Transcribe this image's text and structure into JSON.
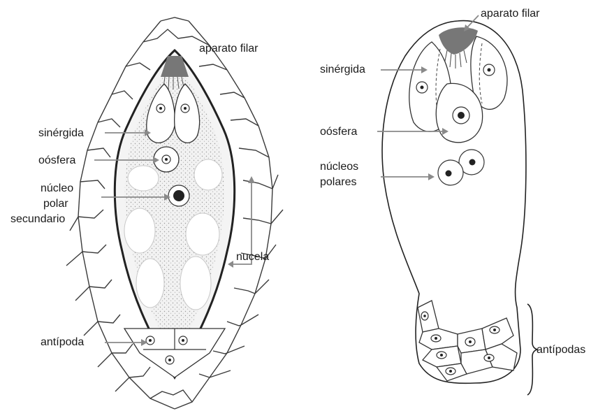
{
  "left_diagram": {
    "labels": {
      "aparato_filar": "aparato filar",
      "sinergida": "sinérgida",
      "oosfera": "oósfera",
      "nucleo_line1": "núcleo",
      "nucleo_line2": "polar",
      "nucleo_line3": "secundario",
      "nucela": "nucela",
      "antipoda": "antípoda"
    }
  },
  "right_diagram": {
    "labels": {
      "aparato_filar": "aparato filar",
      "sinergida": "sinérgida",
      "oosfera": "oósfera",
      "nucleos_line1": "núcleos",
      "nucleos_line2": "polares",
      "antipodas": "antípodas"
    }
  }
}
